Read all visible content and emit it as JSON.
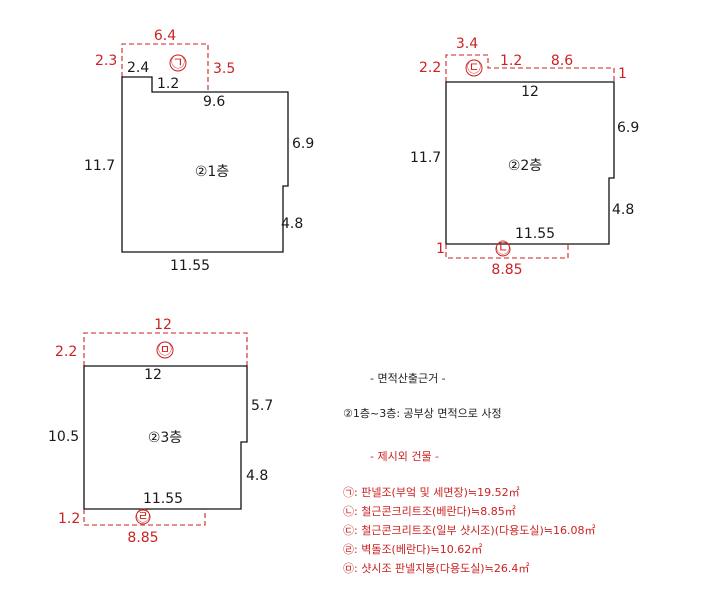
{
  "floor1": {
    "label": "②1층",
    "dims": {
      "top_dashed": "6.4",
      "left_dashed": "2.3",
      "right_dashed": "3.5",
      "top_left": "2.4",
      "notch": "1.2",
      "top_right": "9.6",
      "left": "11.7",
      "right_upper": "6.9",
      "right_lower": "4.8",
      "bottom": "11.55"
    },
    "annex_mark": "㉠"
  },
  "floor2": {
    "label": "②2층",
    "dims": {
      "top_dashed_left": "3.4",
      "left_dashed": "2.2",
      "top_mid": "1.2",
      "top_right_dashed": "8.6",
      "right_dashed": "1",
      "top": "12",
      "left": "11.7",
      "right_upper": "6.9",
      "right_lower": "4.8",
      "inner_bottom": "11.55",
      "bottom_left_dashed": "1",
      "bottom_dashed": "8.85"
    },
    "annex_top_mark": "㉢",
    "annex_bottom_mark": "㉡"
  },
  "floor3": {
    "label": "②3층",
    "dims": {
      "top_dashed": "12",
      "left_dashed": "2.2",
      "top": "12",
      "left": "10.5",
      "right_upper": "5.7",
      "right_lower": "4.8",
      "inner_bottom": "11.55",
      "bottom_left_dashed": "1.2",
      "bottom_dashed": "8.85"
    },
    "annex_top_mark": "㉤",
    "annex_bottom_mark": "㉣"
  },
  "legend": {
    "heading": "- 면적산출근거 -",
    "basis": "②1층~3층: 공부상 면적으로 사정",
    "excluded_heading": "- 제시외 건물 -",
    "items": [
      "㉠: 판넬조(부엌 및 세면장)≒19.52㎡",
      "㉡: 철근콘크리트조(베란다)≒8.85㎡",
      "㉢: 철근콘크리트조(일부 샷시조)(다용도실)≒16.08㎡",
      "㉣: 벽돌조(베란다)≒10.62㎡",
      "㉤: 샷시조 판넬지붕(다용도실)≒26.4㎡"
    ]
  },
  "colors": {
    "outline": "#111111",
    "annex": "#cc2222"
  }
}
